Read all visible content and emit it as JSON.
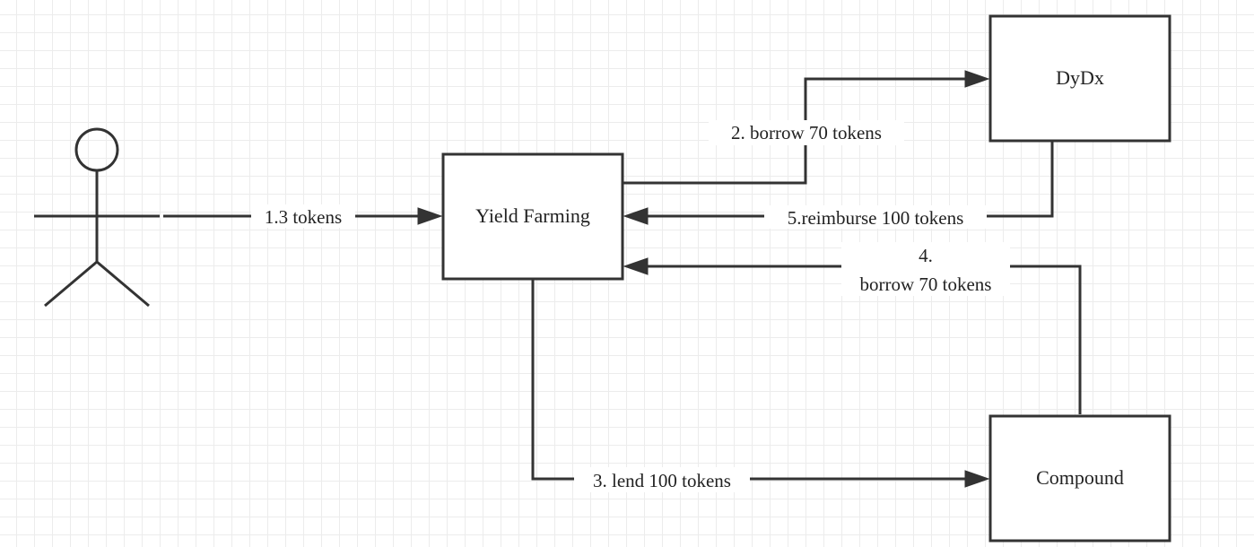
{
  "nodes": {
    "yield_farming": "Yield Farming",
    "dydx": "DyDx",
    "compound": "Compound"
  },
  "edges": {
    "step1": "1.3 tokens",
    "step2": "2. borrow 70 tokens",
    "step3": "3. lend 100 tokens",
    "step4_line1": "4.",
    "step4_line2": "borrow 70 tokens",
    "step5": "5.reimburse 100 tokens"
  },
  "colors": {
    "stroke": "#333333",
    "grid": "#ececec",
    "background": "#ffffff"
  }
}
